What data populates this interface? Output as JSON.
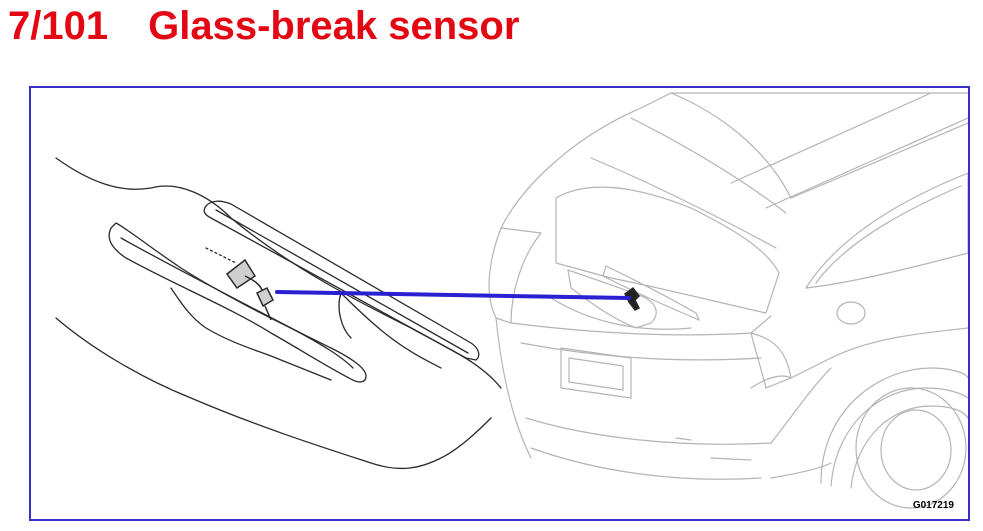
{
  "header": {
    "section_number": "7/101",
    "title": "Glass-break sensor",
    "title_color": "#e30613"
  },
  "figure": {
    "figure_code": "G017219",
    "frame_color": "#3b2fc9",
    "pointer_color": "#2a1fd1",
    "line_color": "#2a2a2a",
    "car_line_color": "#b4b4b4"
  }
}
